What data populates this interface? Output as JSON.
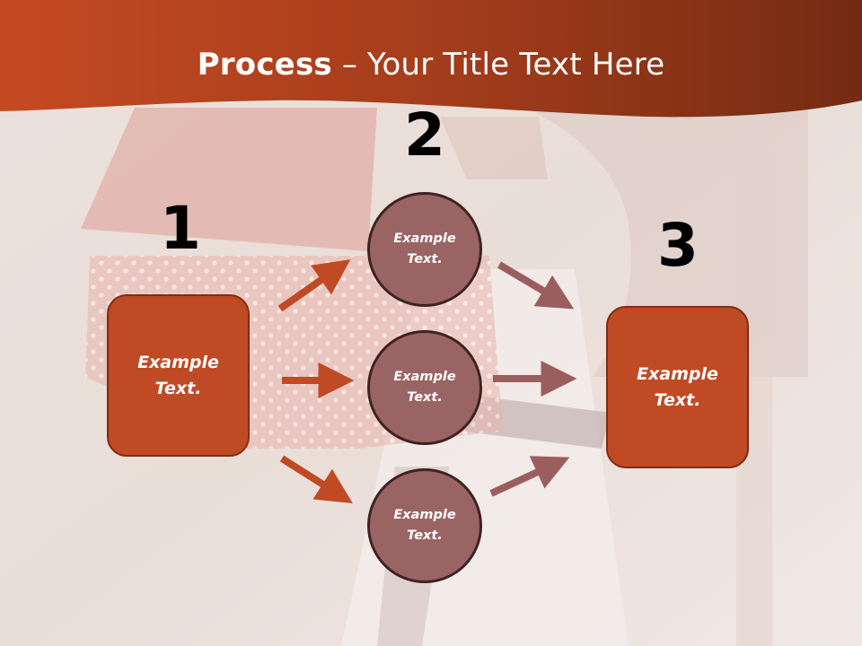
{
  "slide": {
    "title_bold": "Process",
    "title_rest": " – Your Title Text Here"
  },
  "steps": {
    "step1": {
      "number": "1",
      "text": "Example\nText."
    },
    "step2": {
      "number": "2",
      "items": [
        "Example\nText.",
        "Example\nText.",
        "Example\nText."
      ]
    },
    "step3": {
      "number": "3",
      "text": "Example\nText."
    }
  },
  "colors": {
    "header": "#b5401c",
    "box_fill": "#c04a24",
    "circle_fill": "#9b6464",
    "arrow_orange": "#c04a24",
    "arrow_mauve": "#9b5e5e"
  }
}
